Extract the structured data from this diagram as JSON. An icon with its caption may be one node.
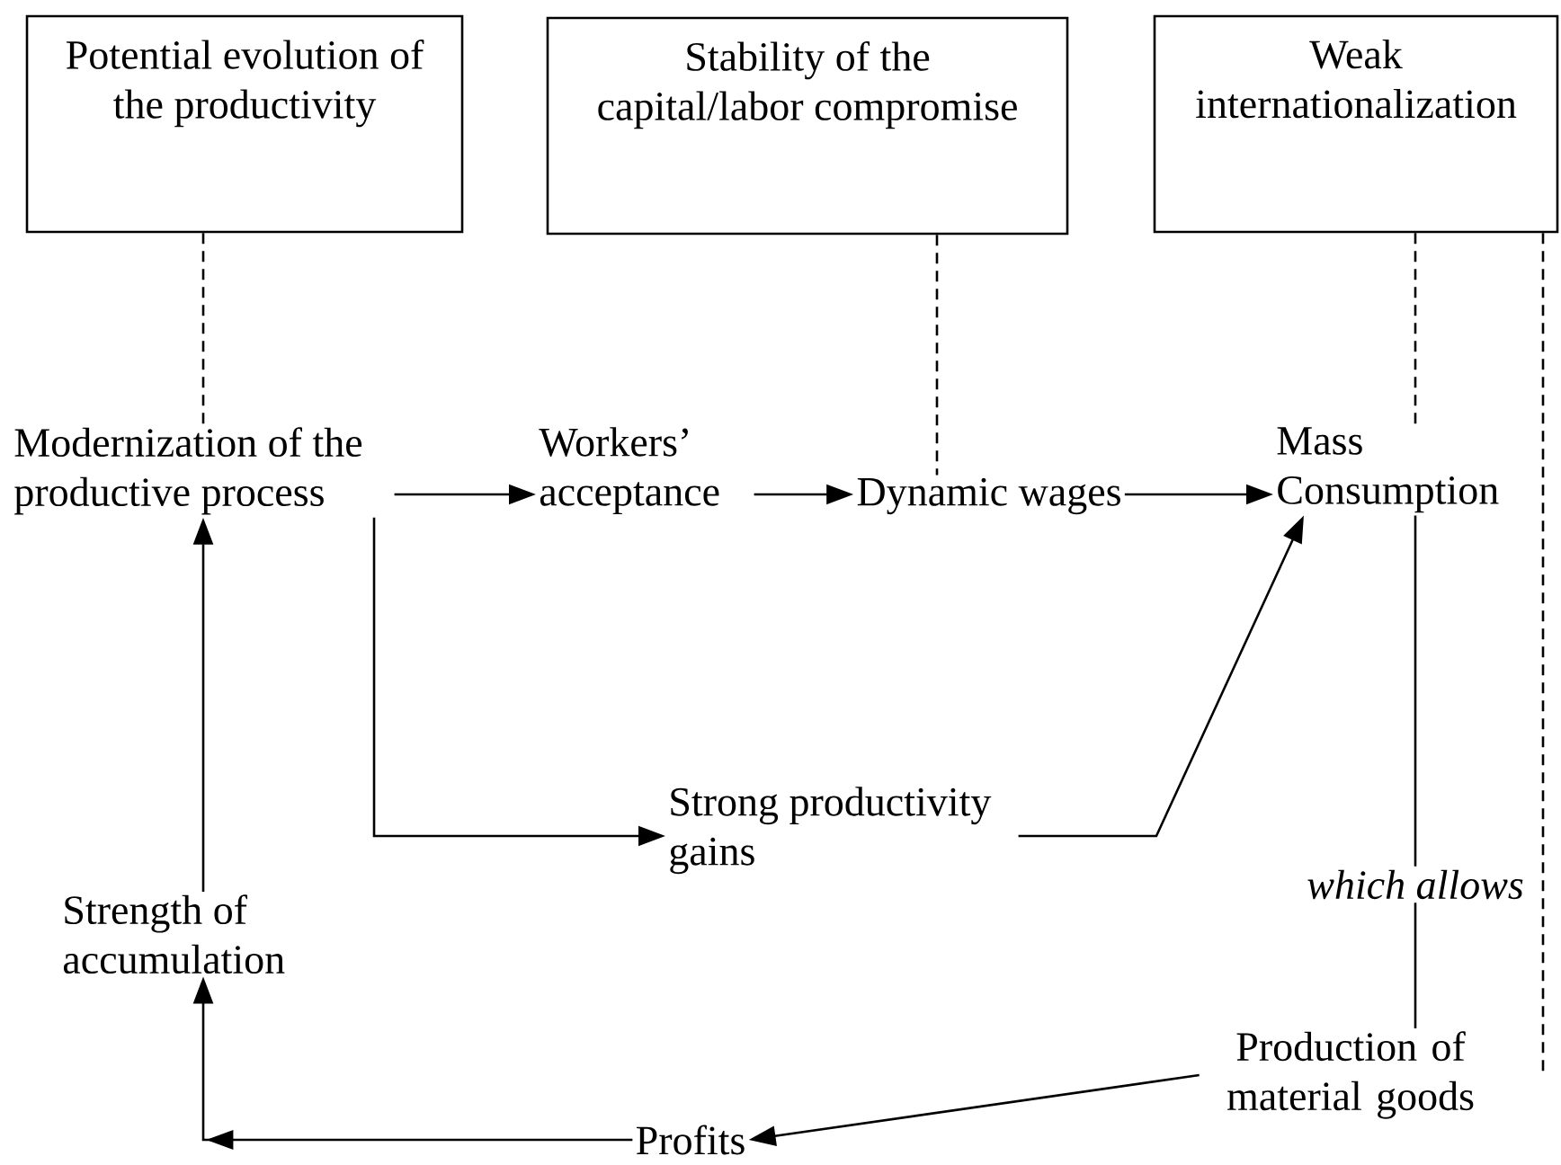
{
  "diagram": {
    "nodes": [
      {
        "text": [
          "Potential evolution of the productivity"
        ]
      },
      {
        "text": [
          "Stability of the capital/labor compromise"
        ]
      },
      {
        "text": [
          "Weak internationalization"
        ]
      },
      {
        "text": [
          "Modernization of the productive process"
        ]
      },
      {
        "text": [
          "Workers’ acceptance"
        ]
      },
      {
        "text": [
          "Dynamic wages"
        ]
      },
      {
        "text": [
          "Mass Consumption"
        ]
      },
      {
        "text": [
          "Strong productivity gains"
        ]
      },
      {
        "text": [
          "Strength of accumulation"
        ]
      },
      {
        "text": [
          "Production of material goods"
        ]
      },
      {
        "text": [
          "Profits"
        ]
      }
    ],
    "edges": [
      {
        "from": 0,
        "to": 3,
        "arrow": "none",
        "style": "dashed"
      },
      {
        "from": 1,
        "to": 5,
        "arrow": "none",
        "style": "dashed"
      },
      {
        "from": 2,
        "to": 6,
        "arrow": "none",
        "style": "dashed"
      },
      {
        "from": 2,
        "to": 9,
        "arrow": "none",
        "style": "dashed"
      },
      {
        "from": 3,
        "to": 4,
        "arrow": "to"
      },
      {
        "from": 4,
        "to": 5,
        "arrow": "to"
      },
      {
        "from": 5,
        "to": 6,
        "arrow": "to"
      },
      {
        "from": 3,
        "to": 7,
        "arrow": "to"
      },
      {
        "from": 7,
        "to": 6,
        "arrow": "to"
      },
      {
        "from": 6,
        "to": 9,
        "arrow": "none",
        "label": "which allows"
      },
      {
        "from": 9,
        "to": 10,
        "arrow": "to"
      },
      {
        "from": 10,
        "to": 8,
        "arrow": "to"
      },
      {
        "from": 8,
        "to": 3,
        "arrow": "to"
      }
    ]
  }
}
